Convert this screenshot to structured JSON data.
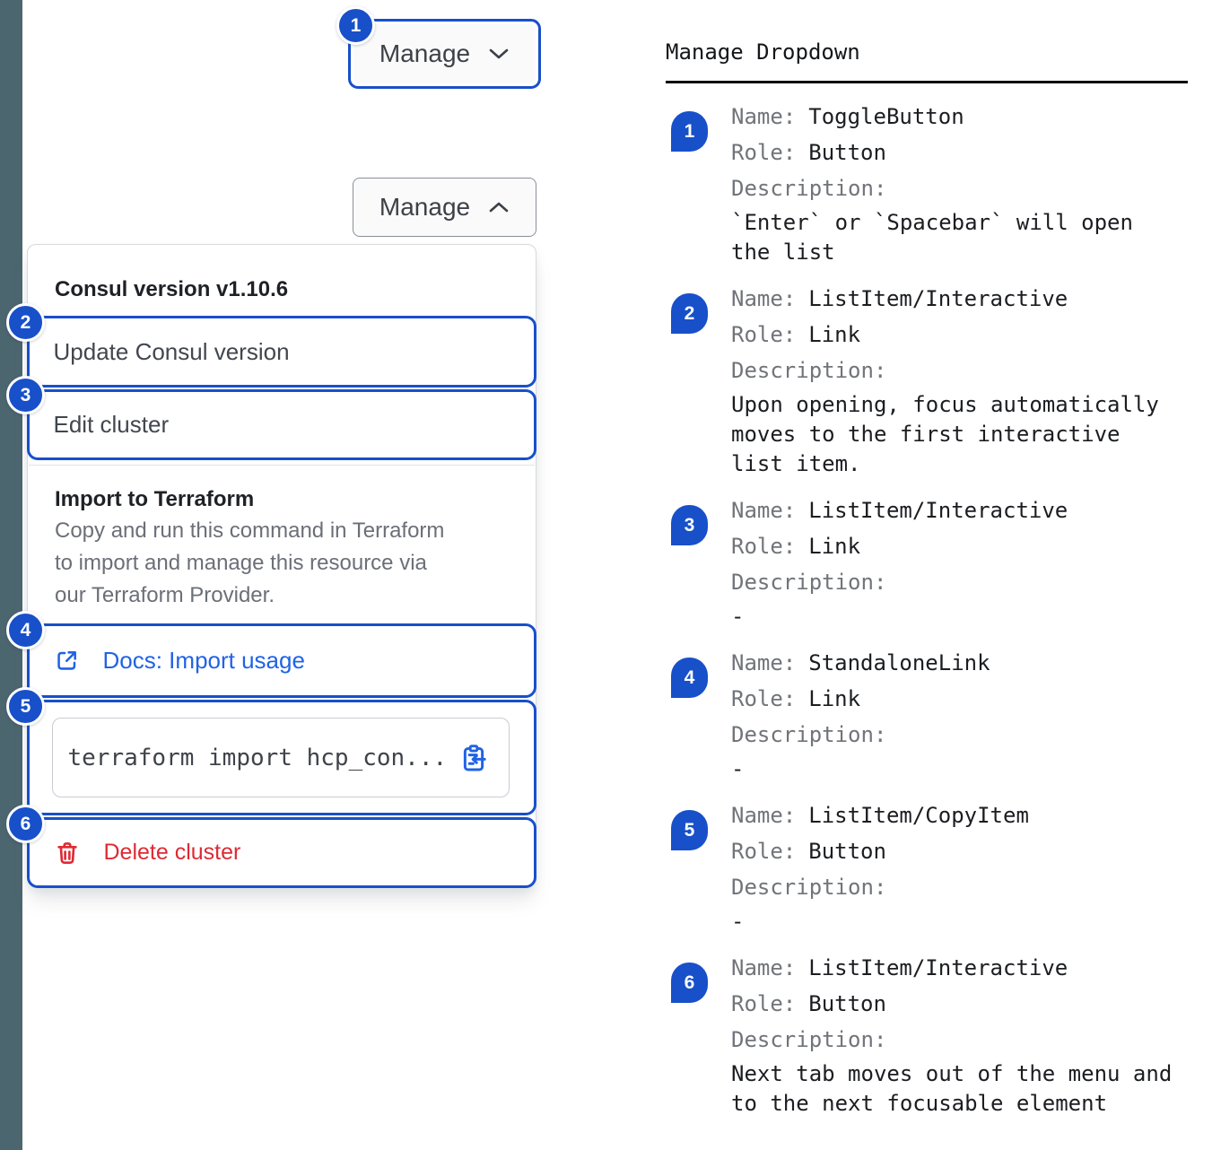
{
  "colors": {
    "annotation_blue": "#1850C9",
    "link_blue": "#2063E5",
    "danger_red": "#DE2A33",
    "sidebar_strip": "#4C6670"
  },
  "left": {
    "toggle_collapsed": {
      "badge": "1",
      "label": "Manage"
    },
    "toggle_expanded": {
      "label": "Manage"
    },
    "menu": {
      "version_header": "Consul version v1.10.6",
      "update_item": {
        "badge": "2",
        "label": "Update Consul version"
      },
      "edit_item": {
        "badge": "3",
        "label": "Edit cluster"
      },
      "import_header": "Import to Terraform",
      "import_description": "Copy and run this command in Terraform\nto import and manage this resource via\nour Terraform Provider.",
      "docs_link": {
        "badge": "4",
        "label": "Docs: Import usage"
      },
      "copy_item": {
        "badge": "5",
        "code": "terraform import hcp_con..."
      },
      "delete_item": {
        "badge": "6",
        "label": "Delete cluster"
      }
    }
  },
  "right": {
    "title": "Manage Dropdown",
    "labels": {
      "name": "Name:",
      "role": "Role:",
      "description": "Description:"
    },
    "entries": [
      {
        "badge": "1",
        "name": "ToggleButton",
        "role": "Button",
        "description": "`Enter` or `Spacebar` will open\nthe list"
      },
      {
        "badge": "2",
        "name": "ListItem/Interactive",
        "role": "Link",
        "description": "Upon opening, focus automatically\nmoves to the first interactive\nlist item."
      },
      {
        "badge": "3",
        "name": "ListItem/Interactive",
        "role": "Link",
        "description": "-"
      },
      {
        "badge": "4",
        "name": "StandaloneLink",
        "role": "Link",
        "description": "-"
      },
      {
        "badge": "5",
        "name": "ListItem/CopyItem",
        "role": "Button",
        "description": "-"
      },
      {
        "badge": "6",
        "name": "ListItem/Interactive",
        "role": "Button",
        "description": "Next tab moves out of the menu and\nto the next focusable element"
      }
    ]
  }
}
